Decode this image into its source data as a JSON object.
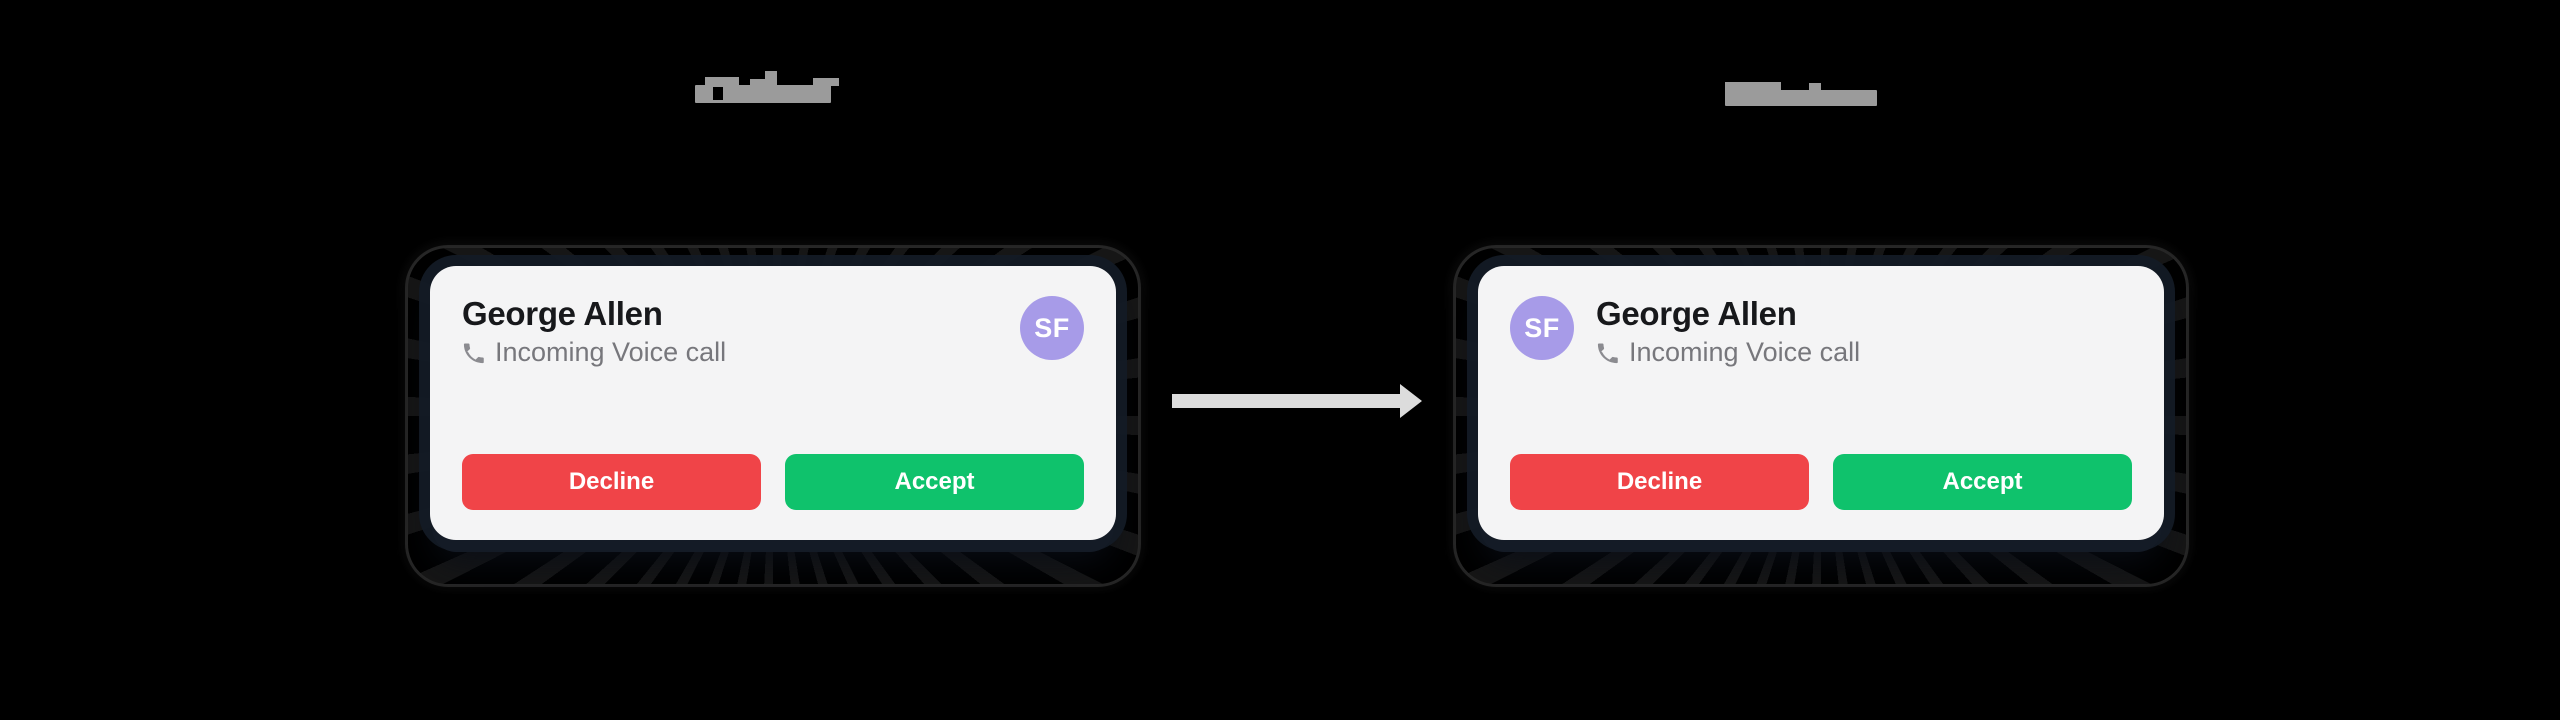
{
  "background_color": "#000000",
  "comparison": {
    "before_label": {
      "text": "",
      "redacted": true
    },
    "after_label": {
      "text": "",
      "redacted": true
    },
    "connector": {
      "icon": "arrow-right-icon",
      "color": "#DCDCDC",
      "direction": "right"
    }
  },
  "cards": {
    "before": {
      "variant": "avatar-right",
      "caller_name": "George Allen",
      "status_icon": "phone-icon",
      "status_text": "Incoming Voice call",
      "avatar": {
        "initials": "SF",
        "color": "#A79BE8",
        "text_color": "#FFFFFF"
      },
      "actions": {
        "decline_label": "Decline",
        "accept_label": "Accept"
      }
    },
    "after": {
      "variant": "avatar-left",
      "caller_name": "George Allen",
      "status_icon": "phone-icon",
      "status_text": "Incoming Voice call",
      "avatar": {
        "initials": "SF",
        "color": "#A79BE8",
        "text_color": "#FFFFFF"
      },
      "actions": {
        "decline_label": "Decline",
        "accept_label": "Accept"
      }
    }
  },
  "colors": {
    "card_background": "#F4F4F5",
    "card_shadow": "#141B26",
    "name_text": "#17181B",
    "status_text": "#77777C",
    "decline_button": "#F04448",
    "accept_button": "#0FC26C",
    "avatar_purple": "#A79BE8",
    "arrow": "#DCDCDC",
    "redaction": "#9B9B9B"
  }
}
